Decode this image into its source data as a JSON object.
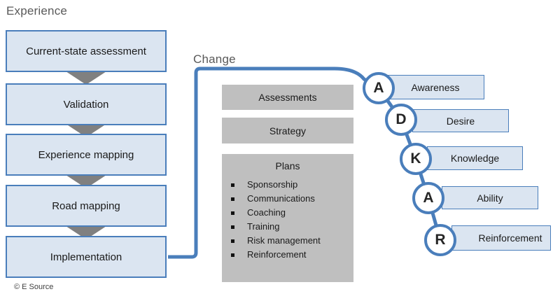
{
  "titles": {
    "experience": "Experience",
    "change": "Change"
  },
  "experience_flow": {
    "steps": [
      "Current-state assessment",
      "Validation",
      "Experience mapping",
      "Road mapping",
      "Implementation"
    ]
  },
  "change_panel": {
    "assessments_label": "Assessments",
    "strategy_label": "Strategy",
    "plans_title": "Plans",
    "plan_items": [
      "Sponsorship",
      "Communications",
      "Coaching",
      "Training",
      "Risk management",
      "Reinforcement"
    ]
  },
  "adkar": {
    "steps": [
      {
        "letter": "A",
        "label": "Awareness"
      },
      {
        "letter": "D",
        "label": "Desire"
      },
      {
        "letter": "K",
        "label": "Knowledge"
      },
      {
        "letter": "A",
        "label": "Ability"
      },
      {
        "letter": "R",
        "label": "Reinforcement"
      }
    ]
  },
  "footer": {
    "copyright": "© E Source"
  },
  "colors": {
    "accent_blue": "#4a7ebb",
    "light_blue_fill": "#dbe5f1",
    "gray_fill": "#bfbfbf",
    "arrow_gray": "#808080",
    "heading_gray": "#595959"
  }
}
